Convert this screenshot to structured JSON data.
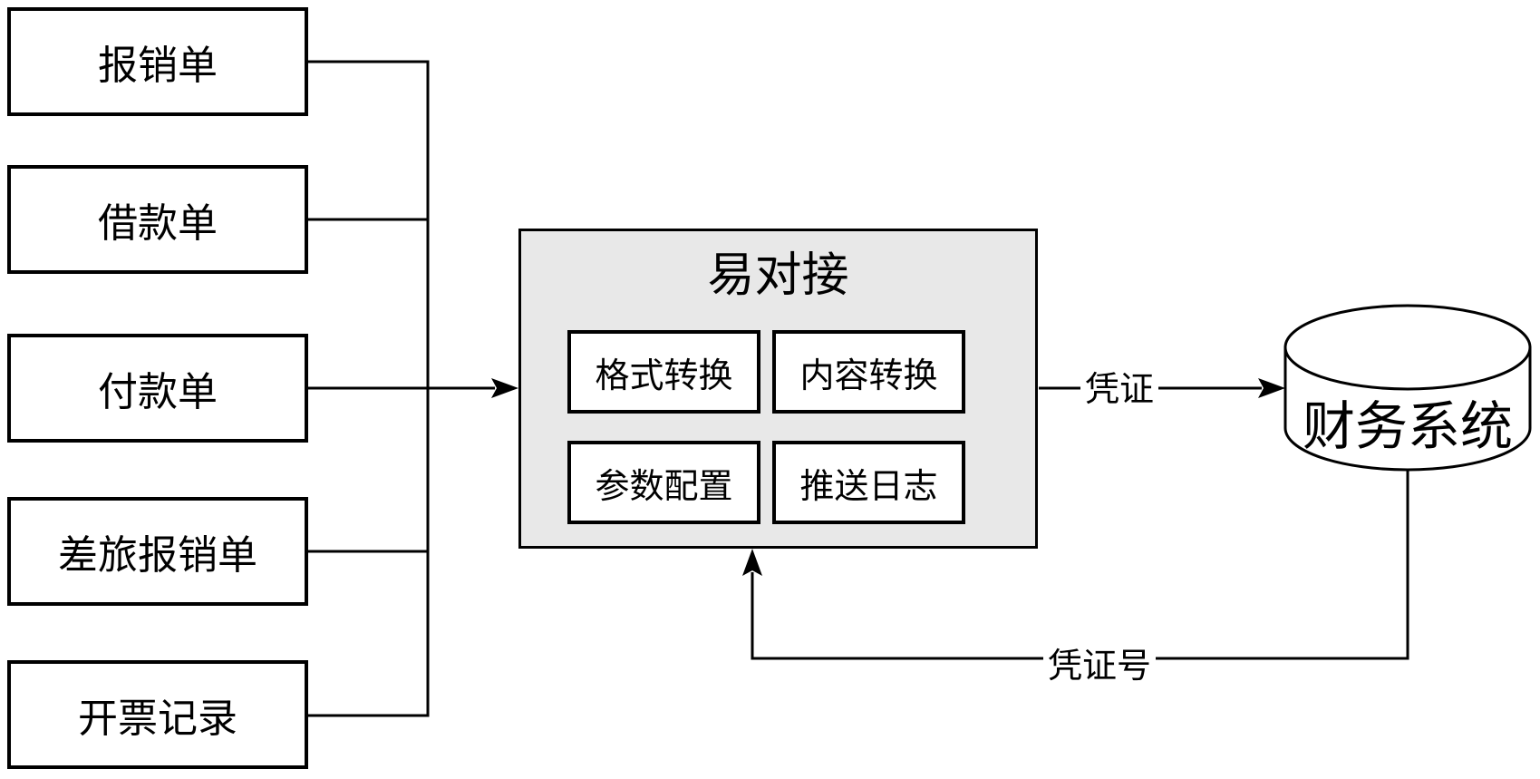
{
  "diagram": {
    "source_nodes": [
      {
        "label": "报销单"
      },
      {
        "label": "借款单"
      },
      {
        "label": "付款单"
      },
      {
        "label": "差旅报销单"
      },
      {
        "label": "开票记录"
      }
    ],
    "hub": {
      "title": "易对接",
      "modules": [
        {
          "label": "格式转换"
        },
        {
          "label": "内容转换"
        },
        {
          "label": "参数配置"
        },
        {
          "label": "推送日志"
        }
      ]
    },
    "target_node": {
      "label": "财务系统",
      "shape": "database-cylinder"
    },
    "edge_labels": {
      "hub_to_target": "凭证",
      "target_to_hub": "凭证号"
    },
    "colors": {
      "stroke": "#000000",
      "hub_fill": "#e8e8e8",
      "node_fill": "#ffffff",
      "background": "#ffffff"
    }
  }
}
